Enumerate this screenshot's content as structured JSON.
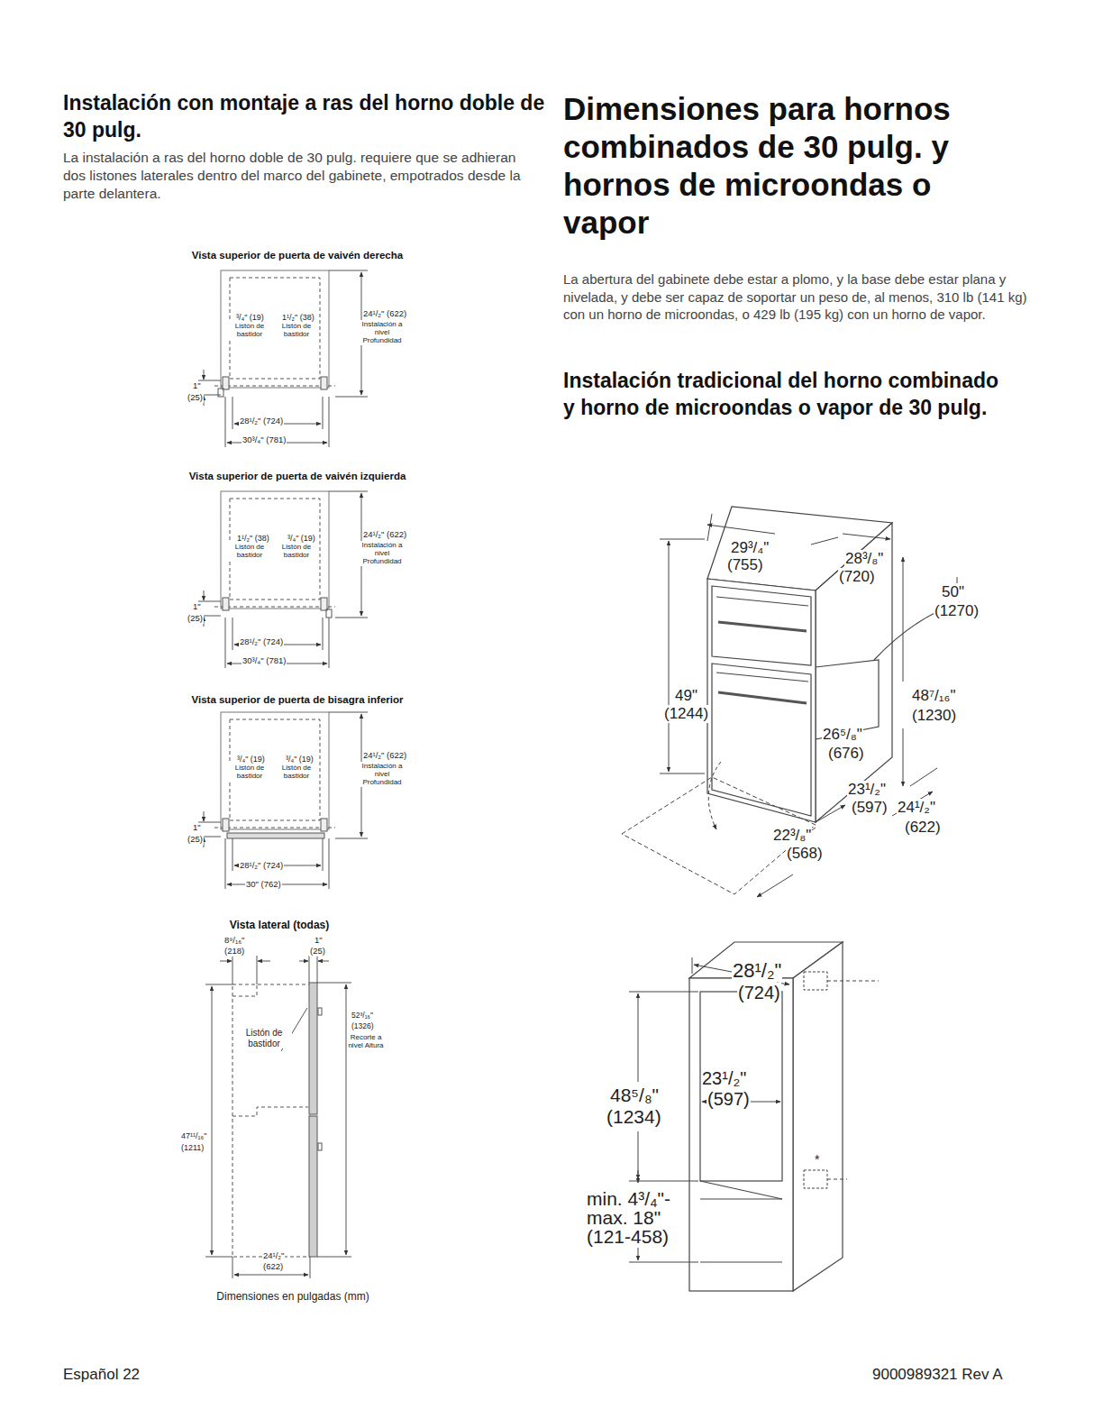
{
  "diagram": {
    "title": "Dimensiones para hornos combinados de 30 pulg. y hornos de microondas o vapor",
    "labels": [
      "Instalación con montaje a ras del horno doble de 30 pulg.",
      "La instalación a ras del horno doble de 30 pulg. requiere que se adhieran dos listones laterales dentro del marco del gabinete, empotrados desde la parte delantera.",
      "Vista superior de puerta de vaivén derecha",
      "24¹/₂\" (622)",
      "Instalación a nivel Profundidad",
      "³/₄\" (19)",
      "Listón de bastidor",
      "1¹/₂\" (38)",
      "Listón de bastidor",
      "1\"",
      "(25)",
      "28¹/₂\" (724)",
      "30³/₄\" (781)",
      "Vista superior de puerta de vaivén izquierda",
      "24¹/₂\" (622)",
      "Instalación a nivel Profundidad",
      "1¹/₂\" (38)",
      "³/₄\" (19)",
      "Listón de bastidor",
      "Listón de bastidor",
      "1\"",
      "(25)",
      "28¹/₂\" (724)",
      "30³/₄\" (781)",
      "Vista superior de puerta de bisagra inferior",
      "24¹/₂\" (622)",
      "Instalación a nivel Profundidad",
      "³/₄\" (19)",
      "³/₄\" (19)",
      "Listón de bastidor",
      "Listón de bastidor",
      "1\"",
      "(25)",
      "28¹/₂\" (724)",
      "30\" (762)",
      "Vista lateral (todas)",
      "8⁹/₁₆\"",
      "(218)",
      "1\"",
      "(25)",
      "Listón de bastidor",
      "52³/₁₆\"",
      "(1326)",
      "Recorte a nivel Altura",
      "47¹¹/₁₆\"",
      "(1211)",
      "24¹/₂\"",
      "(622)",
      "Dimensiones en pulgadas (mm)",
      "La abertura del gabinete debe estar a plomo, y la base debe estar plana y nivelada, y debe ser capaz de soportar un peso de, al menos, 310 lb (141 kg) con un horno de microondas, o 429 lb (195 kg) con un horno de vapor.",
      "Instalación tradicional del horno combinado y horno de microondas o vapor de 30 pulg.",
      "29³/₄\"",
      "(755)",
      "28³/₈\"",
      "(720)",
      "50\"",
      "(1270)",
      "49\"",
      "(1244)",
      "48⁷/₁₆\"",
      "(1230)",
      "26⁵/₈\"",
      "(676)",
      "23¹/₂\"",
      "(597)",
      "24¹/₂\"",
      "(622)",
      "22³/₈\"",
      "(568)",
      "28¹/₂\"",
      "(724)",
      "48⁵/₈\"",
      "(1234)",
      "23¹/₂\"",
      "(597)",
      "min. 4³/₄\"-",
      "max. 18\"",
      "(121-458)",
      "*",
      "Español 22",
      "9000989321 Rev A"
    ]
  }
}
